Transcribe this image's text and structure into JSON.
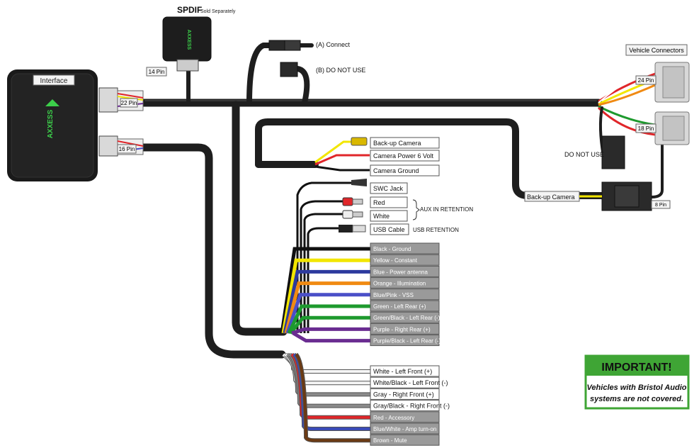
{
  "spdif": {
    "title": "SPDIF",
    "subtitle": "Sold Separately"
  },
  "interface": {
    "label": "Interface",
    "brand": "AXXESS"
  },
  "connectors": {
    "pin14": "14 Pin",
    "pin22": "22 Pin",
    "pin16": "16 Pin",
    "pin24": "24 Pin",
    "pin18": "18 Pin",
    "pin8": "8 Pin"
  },
  "plug_options": {
    "connect": "(A) Connect",
    "do_not_use": "(B) DO NOT USE"
  },
  "vehicle_connectors": "Vehicle Connectors",
  "do_not_use_side": "DO NOT USE",
  "backup_camera_cable": "Back-up Camera",
  "camera_wires": [
    "Back-up Camera",
    "Camera Power 6 Volt",
    "Camera Ground"
  ],
  "aux_wires": [
    "SWC Jack",
    "Red",
    "White",
    "USB Cable"
  ],
  "aux_retention": "AUX IN RETENTION",
  "usb_retention": "USB RETENTION",
  "upper_wires": [
    {
      "label": "Black - Ground",
      "color": "#111111"
    },
    {
      "label": "Yellow - Constant",
      "color": "#f2e600"
    },
    {
      "label": "Blue - Power antenna",
      "color": "#2d3a9e"
    },
    {
      "label": "Orange - Illumination",
      "color": "#f08a12"
    },
    {
      "label": "Blue/Pink - VSS",
      "color": "#4a4fc8"
    },
    {
      "label": "Green - Left Rear (+)",
      "color": "#1e9a2e"
    },
    {
      "label": "Green/Black - Left Rear (-)",
      "color": "#1e9a2e"
    },
    {
      "label": "Purple - Right Rear (+)",
      "color": "#6a2c91"
    },
    {
      "label": "Purple/Black - Left Rear (-)",
      "color": "#6a2c91"
    }
  ],
  "lower_wires": [
    {
      "label": "White - Left Front (+)",
      "color": "#f5f5f5"
    },
    {
      "label": "White/Black - Left Front (-)",
      "color": "#f5f5f5"
    },
    {
      "label": "Gray - Right Front (+)",
      "color": "#8a8a8a"
    },
    {
      "label": "Gray/Black - Right Front (-)",
      "color": "#8a8a8a"
    },
    {
      "label": "Red - Accessory",
      "color": "#e0262a"
    },
    {
      "label": "Blue/White - Amp turn-on",
      "color": "#3a4bb8"
    },
    {
      "label": "Brown - Mute",
      "color": "#6b3a14"
    }
  ],
  "important": {
    "title": "IMPORTANT!",
    "message_line1": "Vehicles with Bristol Audio",
    "message_line2": "systems are not covered."
  }
}
